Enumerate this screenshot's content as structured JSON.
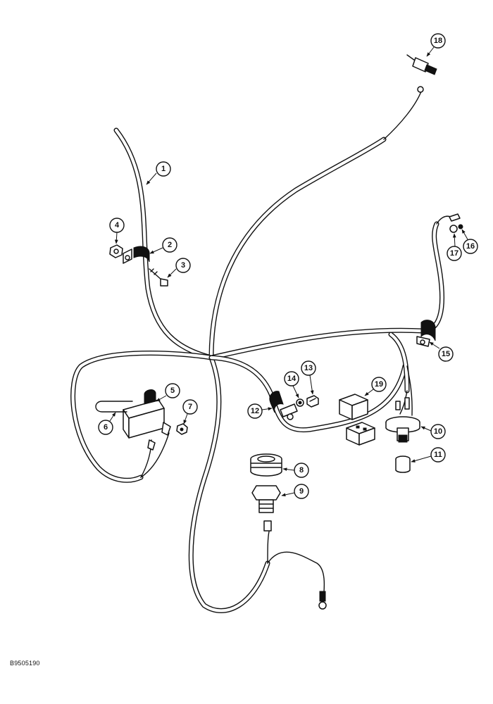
{
  "figure_code": "B9505190",
  "callouts": [
    "1",
    "2",
    "3",
    "4",
    "5",
    "6",
    "7",
    "8",
    "9",
    "10",
    "11",
    "12",
    "13",
    "14",
    "15",
    "16",
    "17",
    "18",
    "19"
  ],
  "colors": {
    "line": "#111111",
    "background": "#ffffff"
  }
}
